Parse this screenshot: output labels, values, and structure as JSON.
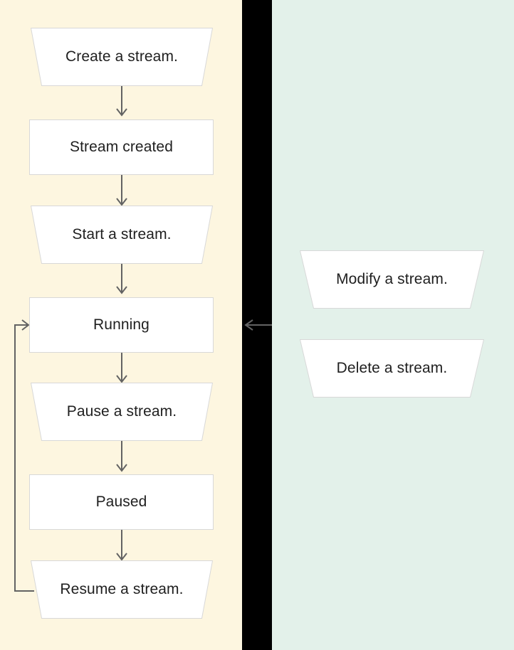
{
  "diagram": {
    "title": "Stream lifecycle state diagram",
    "panels": [
      {
        "name": "lifecycle-panel",
        "background": "#fdf6e0"
      },
      {
        "name": "divider-panel",
        "background": "#000000"
      },
      {
        "name": "operations-panel",
        "background": "#e3f1ea"
      }
    ],
    "colors": {
      "left_panel_bg": "#fdf6e0",
      "divider_bg": "#000000",
      "right_panel_bg": "#e3f1ea",
      "node_fill": "#ffffff",
      "node_border": "#d8d8d8",
      "text": "#1f1f1f",
      "edge": "#636363"
    },
    "nodes": [
      {
        "id": "create",
        "label": "Create a stream.",
        "shape": "trapezoid",
        "panel": "lifecycle"
      },
      {
        "id": "created",
        "label": "Stream created",
        "shape": "rectangle",
        "panel": "lifecycle"
      },
      {
        "id": "start",
        "label": "Start a stream.",
        "shape": "trapezoid",
        "panel": "lifecycle"
      },
      {
        "id": "running",
        "label": "Running",
        "shape": "rectangle",
        "panel": "lifecycle"
      },
      {
        "id": "pause",
        "label": "Pause a stream.",
        "shape": "trapezoid",
        "panel": "lifecycle"
      },
      {
        "id": "paused",
        "label": "Paused",
        "shape": "rectangle",
        "panel": "lifecycle"
      },
      {
        "id": "resume",
        "label": "Resume a stream.",
        "shape": "trapezoid",
        "panel": "lifecycle"
      },
      {
        "id": "modify",
        "label": "Modify a stream.",
        "shape": "trapezoid",
        "panel": "operations"
      },
      {
        "id": "delete",
        "label": "Delete a stream.",
        "shape": "trapezoid",
        "panel": "operations"
      }
    ],
    "edges": [
      {
        "from": "create",
        "to": "created",
        "direction": "down"
      },
      {
        "from": "created",
        "to": "start",
        "direction": "down"
      },
      {
        "from": "start",
        "to": "running",
        "direction": "down"
      },
      {
        "from": "running",
        "to": "pause",
        "direction": "down"
      },
      {
        "from": "pause",
        "to": "paused",
        "direction": "down"
      },
      {
        "from": "paused",
        "to": "resume",
        "direction": "down"
      },
      {
        "from": "resume",
        "to": "running",
        "direction": "loop-left"
      },
      {
        "from": "operations",
        "to": "running",
        "direction": "left"
      }
    ]
  }
}
